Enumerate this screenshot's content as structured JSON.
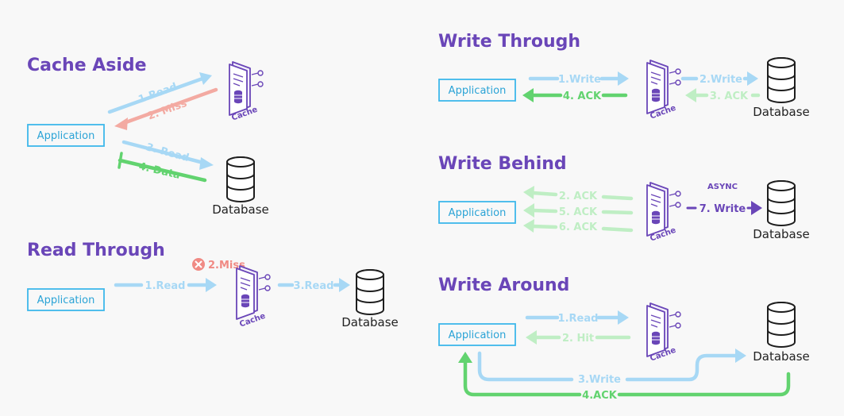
{
  "colors": {
    "title": "#6a46b8",
    "app_border": "#3db8ea",
    "app_text": "#2aa3d6",
    "read_blue": "#a7d8f5",
    "miss_red": "#f3aaa2",
    "miss_icon": "#f08a84",
    "green": "#62d36f",
    "green_light": "#bfeec4",
    "purple": "#6a46b8",
    "db_text": "#222222"
  },
  "labels": {
    "application": "Application",
    "database": "Database",
    "cache": "Cache",
    "async": "ASYNC"
  },
  "cache_aside": {
    "title": "Cache Aside",
    "read1": "1.Read",
    "miss": "2. Miss",
    "read3": "3. Read",
    "data": "4. Data"
  },
  "read_through": {
    "title": "Read Through",
    "read1": "1.Read",
    "miss": "2.Miss",
    "read3": "3.Read"
  },
  "write_through": {
    "title": "Write Through",
    "write1": "1.Write",
    "write2": "2.Write",
    "ack3": "3. ACK",
    "ack4": "4. ACK"
  },
  "write_behind": {
    "title": "Write Behind",
    "ack2": "2. ACK",
    "ack5": "5. ACK",
    "ack6": "6. ACK",
    "write7": "7. Write"
  },
  "write_around": {
    "title": "Write Around",
    "read1": "1.Read",
    "hit2": "2. Hit",
    "write3": "3.Write",
    "ack4": "4.ACK"
  }
}
